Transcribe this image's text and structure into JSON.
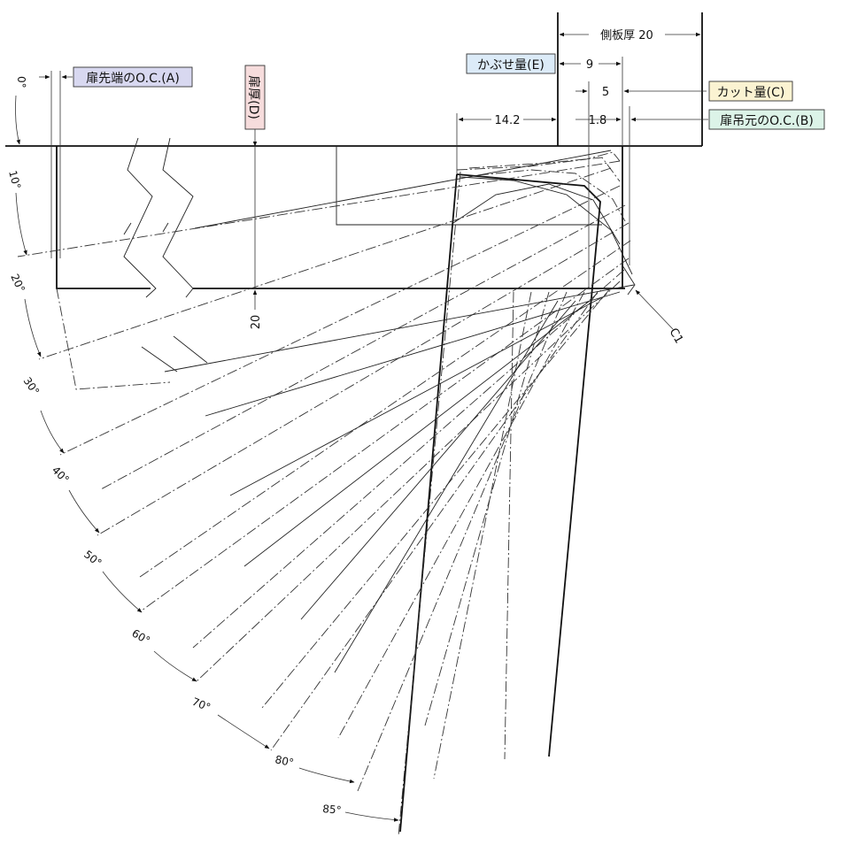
{
  "labels": {
    "side_thickness": "側板厚 20",
    "overlay": "かぶせ量(E)",
    "overlay_value": "9",
    "cut": "カット量(C)",
    "cut_value": "5",
    "hinge_oc": "扉吊元のO.C.(B)",
    "hinge_oc_value": "1.8",
    "offset_value": "14.2",
    "tip_oc": "扉先端のO.C.(A)",
    "door_thickness": "扉厚(D)",
    "door_thickness_value": "20",
    "chamfer": "C1"
  },
  "angles": [
    "0°",
    "10°",
    "20°",
    "30°",
    "40°",
    "50°",
    "60°",
    "70°",
    "80°",
    "85°"
  ],
  "colors": {
    "tip_oc_box": "#d8d8f0",
    "door_thickness_box": "#f6dcdc",
    "overlay_box": "#dcebf8",
    "cut_box": "#fbf3d2",
    "hinge_oc_box": "#dcf3e8"
  }
}
